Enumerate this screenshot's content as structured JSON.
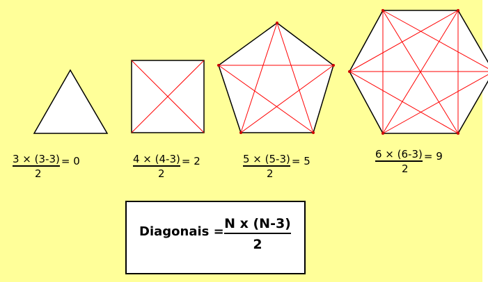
{
  "colors": {
    "background": "#ffff99",
    "shape_fill": "#ffffff",
    "outline": "#000000",
    "diagonal": "#ff0000",
    "vertex": "#cc0000"
  },
  "shapes": [
    {
      "name": "triangle",
      "sides": 3
    },
    {
      "name": "square",
      "sides": 4
    },
    {
      "name": "pentagon",
      "sides": 5
    },
    {
      "name": "hexagon",
      "sides": 6
    }
  ],
  "formulas": [
    {
      "numerator": "3 × (3-3)",
      "result": "= 0",
      "denominator": "2"
    },
    {
      "numerator": "4 × (4-3)",
      "result": "= 2",
      "denominator": "2"
    },
    {
      "numerator": "5 × (5-3)",
      "result": "= 5",
      "denominator": "2"
    },
    {
      "numerator": "6 × (6-3)",
      "result": " = 9",
      "denominator": "2"
    }
  ],
  "general": {
    "label": "Diagonais =",
    "numerator": "N x (N-3)",
    "denominator": "2"
  }
}
